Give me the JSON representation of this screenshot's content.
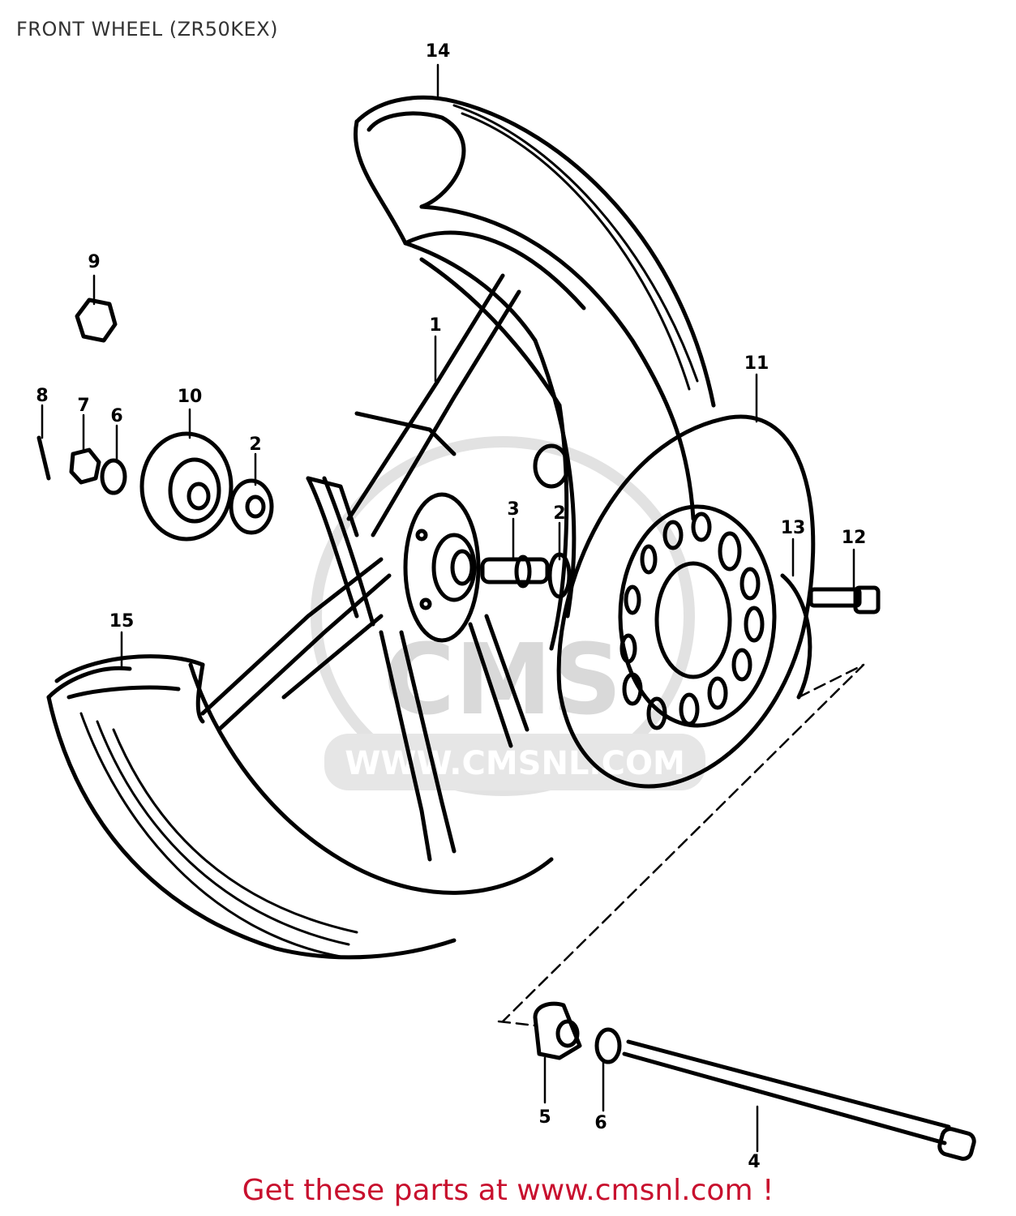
{
  "header": {
    "title": "FRONT WHEEL (ZR50KEX)"
  },
  "watermark": {
    "logo_text": "CMS",
    "url_text": "WWW.CMSNL.COM"
  },
  "callouts": [
    {
      "id": "c14",
      "label": "14"
    },
    {
      "id": "c9",
      "label": "9"
    },
    {
      "id": "c1",
      "label": "1"
    },
    {
      "id": "c11",
      "label": "11"
    },
    {
      "id": "c8",
      "label": "8"
    },
    {
      "id": "c7",
      "label": "7"
    },
    {
      "id": "c6a",
      "label": "6"
    },
    {
      "id": "c10",
      "label": "10"
    },
    {
      "id": "c2a",
      "label": "2"
    },
    {
      "id": "c3",
      "label": "3"
    },
    {
      "id": "c2b",
      "label": "2"
    },
    {
      "id": "c13",
      "label": "13"
    },
    {
      "id": "c12",
      "label": "12"
    },
    {
      "id": "c15",
      "label": "15"
    },
    {
      "id": "c5",
      "label": "5"
    },
    {
      "id": "c6b",
      "label": "6"
    },
    {
      "id": "c4",
      "label": "4"
    }
  ],
  "footer": {
    "link_text": "Get these parts at www.cmsnl.com !"
  },
  "colors": {
    "line": "#000000",
    "title": "#333333",
    "footer": "#c8102e",
    "watermark": "#d9d9d9"
  }
}
